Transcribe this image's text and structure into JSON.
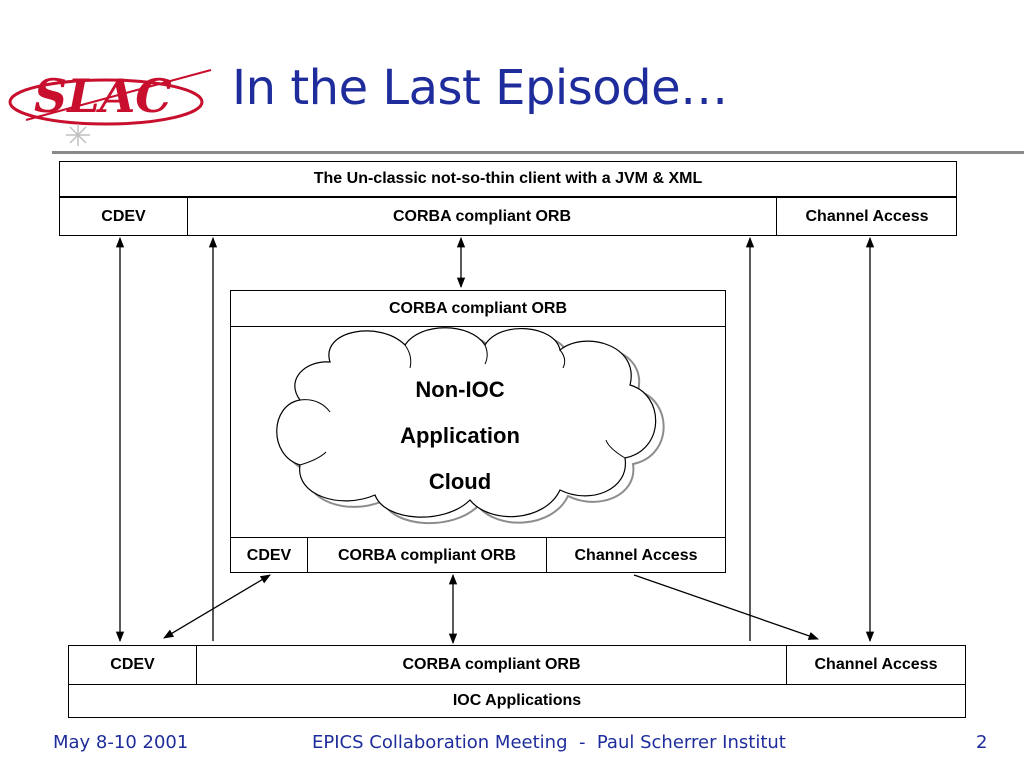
{
  "slide": {
    "title": "In the Last Episode…",
    "logo_text": "SLAC"
  },
  "top_stack": {
    "client_label": "The Un-classic not-so-thin client with a JVM & XML",
    "cdev": "CDEV",
    "orb": "CORBA compliant ORB",
    "ca": "Channel Access"
  },
  "middle_stack": {
    "orb_top": "CORBA compliant ORB",
    "cloud_lines": [
      "Non-IOC",
      "Application",
      "Cloud"
    ],
    "cdev": "CDEV",
    "orb": "CORBA compliant ORB",
    "ca": "Channel Access"
  },
  "bottom_stack": {
    "cdev": "CDEV",
    "orb": "CORBA compliant ORB",
    "ca": "Channel Access",
    "ioc_label": "IOC Applications"
  },
  "footer": {
    "date": "May 8-10 2001",
    "event": "EPICS Collaboration Meeting  -  Paul Scherrer Institut",
    "page": "2"
  },
  "colors": {
    "title": "#1f2d9c",
    "logo_red": "#c8102e",
    "rule": "#8a8a8a"
  }
}
